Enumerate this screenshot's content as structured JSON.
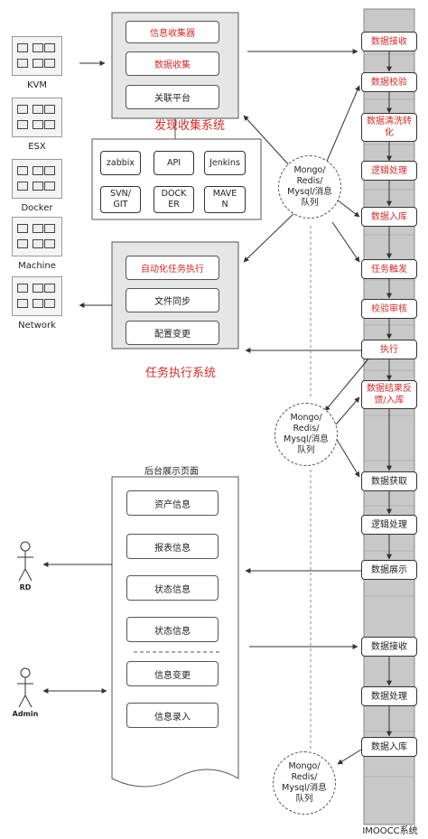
{
  "servers": [
    {
      "label": "KVM",
      "icon": "server-grid-icon"
    },
    {
      "label": "ESX",
      "icon": "server-grid-icon"
    },
    {
      "label": "Docker",
      "icon": "server-grid-icon"
    },
    {
      "label": "Machine",
      "icon": "server-grid-icon"
    },
    {
      "label": "Network",
      "icon": "server-grid-icon"
    }
  ],
  "discovery": {
    "title": "发现收集系统",
    "buttons": [
      "信息收集器",
      "数据收集",
      "关联平台"
    ],
    "tools": [
      "zabbix",
      "API",
      "Jenkins",
      "SVN/\nGIT",
      "DOCK\nER",
      "MAVE\nN"
    ]
  },
  "execution": {
    "title": "任务执行系统",
    "buttons": [
      "自动化任务执行",
      "文件同步",
      "配置变更"
    ]
  },
  "queues": [
    "Mongo/\nRedis/\nMysql/消息\n队列",
    "Mongo/\nRedis/\nMysql/消息\n队列",
    "Mongo/\nRedis/\nMysql/消息\n队列"
  ],
  "backend": {
    "title": "后台展示页面",
    "buttons": [
      "资产信息",
      "报表信息",
      "状态信息",
      "状态信息",
      "信息变更",
      "信息录入"
    ]
  },
  "actors": [
    "RD",
    "Admin"
  ],
  "imoocc": {
    "title": "IMOOCC系统",
    "steps": [
      "数据接收",
      "数据校验",
      "数据清洗转\n化",
      "逻辑处理",
      "数据入库",
      "任务触发",
      "校验审核",
      "执行",
      "数据结果反\n馈/入库",
      "数据获取",
      "逻辑处理",
      "数据展示",
      "数据接收",
      "数据处理",
      "数据入库"
    ]
  },
  "colors": {
    "accent": "#d32b2b",
    "panel": "#e6e6e6",
    "column": "#c8c8c8"
  }
}
